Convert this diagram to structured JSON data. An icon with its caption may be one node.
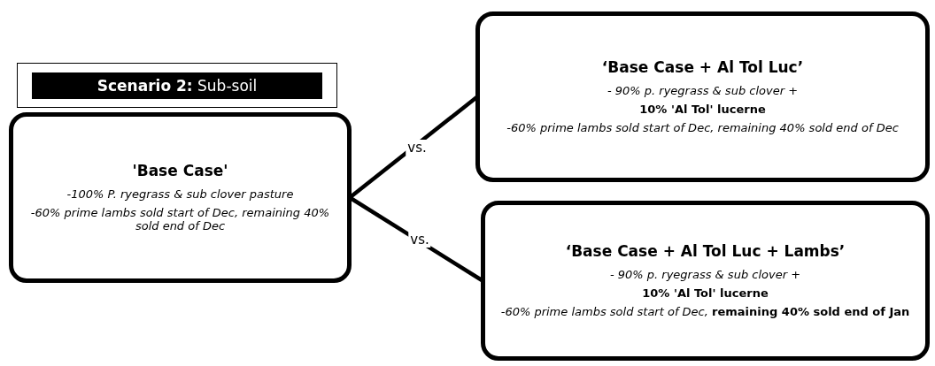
{
  "diagram": {
    "nodes": [
      {
        "text": [
          "**Scenario 2:** Sub-soil"
        ]
      },
      {
        "text": [
          "'Base Case'",
          "-100%  P. ryegrass & sub clover pasture",
          "-60% prime lambs sold start of Dec, remaining 40% sold end of Dec"
        ]
      },
      {
        "text": [
          "‘Base Case + Al Tol Luc’",
          "- 90% p. ryegrass & sub clover +",
          "10% 'Al Tol' lucerne",
          "-60% prime lambs sold start of Dec, remaining 40% sold end of Dec"
        ]
      },
      {
        "text": [
          "‘Base Case + Al Tol Luc + Lambs’",
          "- 90% p. ryegrass & sub clover +",
          "10% 'Al Tol' lucerne",
          "-60% prime lambs sold start of Dec, **remaining 40% sold end of Jan**"
        ]
      }
    ],
    "edges": [
      {
        "from": 1,
        "to": 2,
        "arrow": "none",
        "label": "vs."
      },
      {
        "from": 1,
        "to": 3,
        "arrow": "none",
        "label": "vs."
      }
    ]
  }
}
